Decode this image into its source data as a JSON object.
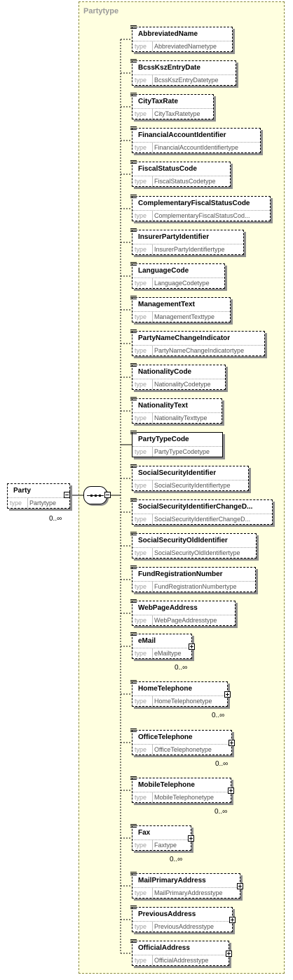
{
  "container": {
    "title": "Partytype"
  },
  "root": {
    "name": "Party",
    "type_label": "type",
    "type": "Partytype",
    "occurrence": "0..∞"
  },
  "elements": [
    {
      "name": "AbbreviatedName",
      "type": "AbbreviatedNametype"
    },
    {
      "name": "BcssKszEntryDate",
      "type": "BcssKszEntryDatetype"
    },
    {
      "name": "CityTaxRate",
      "type": "CityTaxRatetype"
    },
    {
      "name": "FinancialAccountIdentifier",
      "type": "FinancialAccountIdentifiertype"
    },
    {
      "name": "FiscalStatusCode",
      "type": "FiscalStatusCodetype"
    },
    {
      "name": "ComplementaryFiscalStatusCode",
      "type": "ComplementaryFiscalStatusCod..."
    },
    {
      "name": "InsurerPartyIdentifier",
      "type": "InsurerPartyIdentifiertype"
    },
    {
      "name": "LanguageCode",
      "type": "LanguageCodetype"
    },
    {
      "name": "ManagementText",
      "type": "ManagementTexttype"
    },
    {
      "name": "PartyNameChangeIndicator",
      "type": "PartyNameChangeIndicatortype"
    },
    {
      "name": "NationalityCode",
      "type": "NationalityCodetype"
    },
    {
      "name": "NationalityText",
      "type": "NationalityTexttype"
    },
    {
      "name": "PartyTypeCode",
      "type": "PartyTypeCodetype",
      "required": true
    },
    {
      "name": "SocialSecurityIdentifier",
      "type": "SocialSecurityIdentifiertype"
    },
    {
      "name": "SocialSecurityIdentifierChangeD...",
      "type": "SocialSecurityIdentifierChangeD..."
    },
    {
      "name": "SocialSecurityOldIdentifier",
      "type": "SocialSecurityOldIdentifiertype"
    },
    {
      "name": "FundRegistrationNumber",
      "type": "FundRegistrationNumbertype"
    },
    {
      "name": "WebPageAddress",
      "type": "WebPageAddresstype"
    },
    {
      "name": "eMail",
      "type": "eMailtype",
      "expandable": true,
      "occurrence": "0..∞"
    },
    {
      "name": "HomeTelephone",
      "type": "HomeTelephonetype",
      "expandable": true,
      "occurrence": "0..∞"
    },
    {
      "name": "OfficeTelephone",
      "type": "OfficeTelephonetype",
      "expandable": true,
      "occurrence": "0..∞"
    },
    {
      "name": "MobileTelephone",
      "type": "MobileTelephonetype",
      "expandable": true,
      "occurrence": "0..∞"
    },
    {
      "name": "Fax",
      "type": "Faxtype",
      "expandable": true,
      "occurrence": "0..∞"
    },
    {
      "name": "MailPrimaryAddress",
      "type": "MailPrimaryAddresstype",
      "expandable": true
    },
    {
      "name": "PreviousAddress",
      "type": "PreviousAddresstype",
      "expandable": true
    },
    {
      "name": "OfficialAddress",
      "type": "OfficialAddresstype",
      "expandable": true
    }
  ],
  "type_label": "type"
}
